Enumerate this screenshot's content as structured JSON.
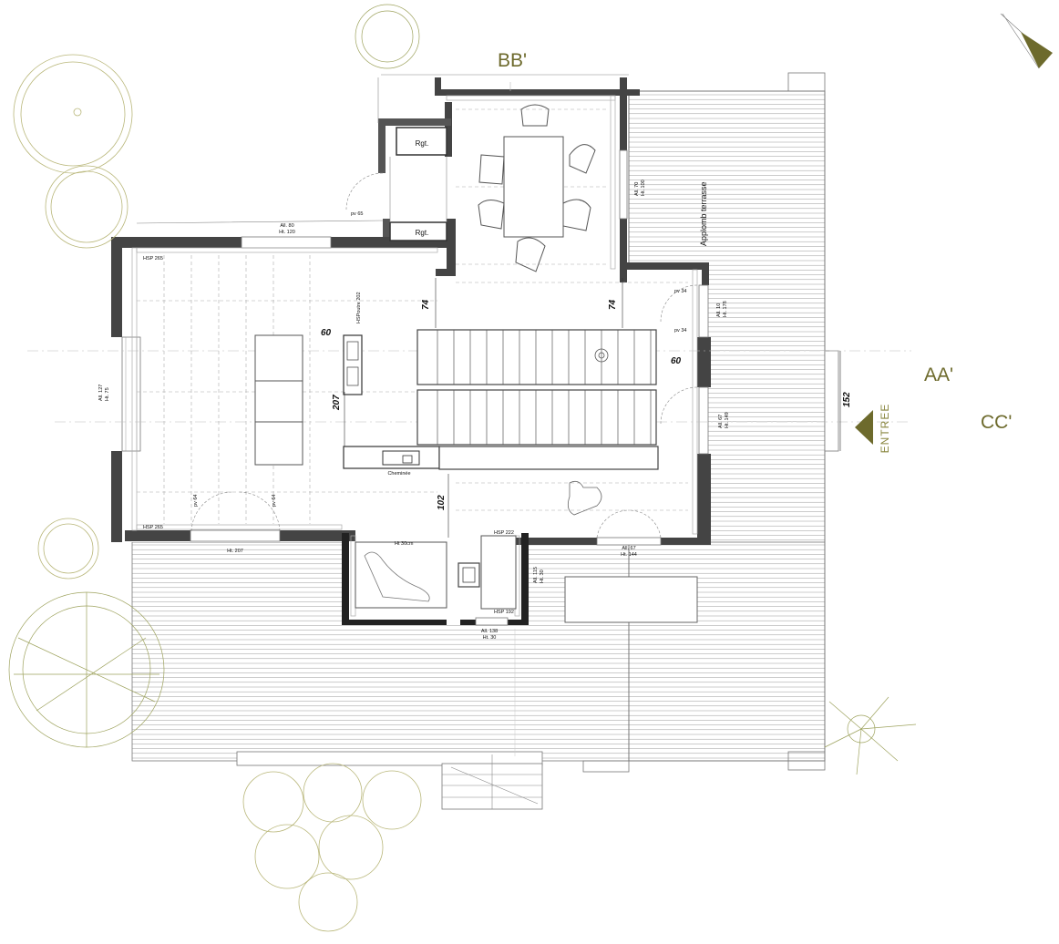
{
  "sections": {
    "bb": "BB'",
    "aa": "AA'",
    "cc": "CC'"
  },
  "entry": "ENTREE",
  "terrace": "Applomb terrasse",
  "rooms": {
    "rgt_top": "Rgt.",
    "rgt_bottom": "Rgt.",
    "chimney": "Cheminée"
  },
  "dimensions": {
    "d60_left": "60",
    "d74_left": "74",
    "d74_right": "74",
    "d60_right": "60",
    "d207": "207",
    "d102": "102",
    "d152": "152"
  },
  "annotations": {
    "all80": "All. 80",
    "ht120": "Ht. 120",
    "pv65": "pv 65",
    "hsp265_top": "HSP 265",
    "hsp265_bottom": "HSP 265",
    "hsp_poutre": "HSPoutre 202",
    "all127": "All. 127",
    "ht75": "Ht. 75",
    "pv64a": "pv 64",
    "pv64b": "pv 64",
    "ht207": "Ht. 207",
    "ht30cm": "Ht 30cm",
    "hsp222": "HSP 222",
    "hsp192": "HSP 192",
    "all115": "All. 115",
    "ht30b": "Ht. 30",
    "all138": "All. 138",
    "ht30c": "Ht. 30",
    "all67": "All. 67",
    "ht144": "Ht. 144",
    "all70": "All. 70",
    "ht100": "Ht. 100",
    "pv34a": "pv 34",
    "pv34b": "pv 34",
    "all10": "All. 10",
    "ht178": "Ht. 178",
    "all67b": "All. 67",
    "ht149": "Ht. 149"
  },
  "colors": {
    "accent": "#6d6a2c",
    "wall": "#444444",
    "tree": "#b9b77a"
  },
  "icons": [
    "north-arrow-icon",
    "entry-arrow-icon"
  ]
}
